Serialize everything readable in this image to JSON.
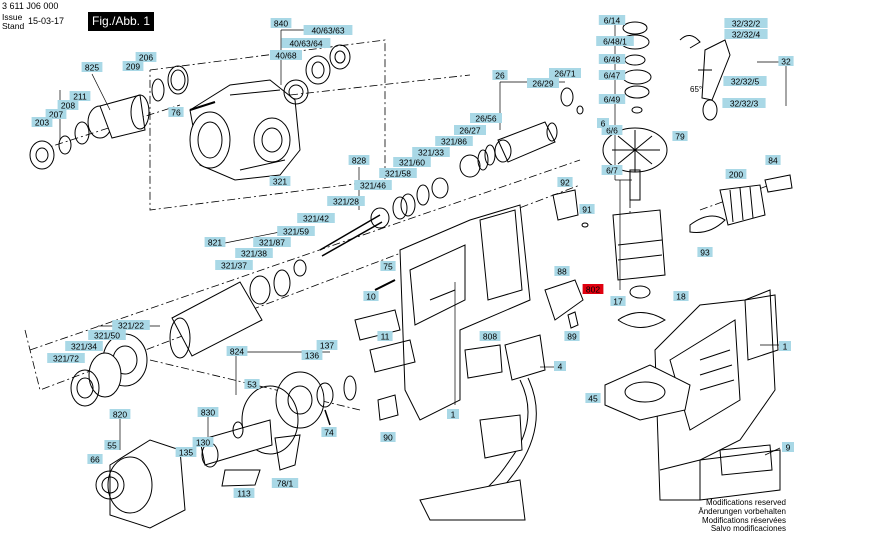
{
  "header": {
    "doc_number": "3 611 J06 000",
    "issue_label": "Issue",
    "stand_label": "Stand",
    "issue_date": "15-03-17",
    "figure_title": "Fig./Abb. 1"
  },
  "footer": {
    "line1": "Modifications reserved",
    "line2": "Änderungen vorbehalten",
    "line3": "Modifications réservées",
    "line4": "Salvo modificaciones"
  },
  "colors": {
    "callout_fill": "#a9d8e6",
    "callout_highlight": "#e0000f",
    "line": "#000000"
  },
  "callouts": [
    {
      "id": "840",
      "label": "840"
    },
    {
      "id": "40/63/63",
      "label": "40/63/63"
    },
    {
      "id": "40/63/64",
      "label": "40/63/64"
    },
    {
      "id": "40/68",
      "label": "40/68"
    },
    {
      "id": "825",
      "label": "825"
    },
    {
      "id": "206",
      "label": "206"
    },
    {
      "id": "209",
      "label": "209"
    },
    {
      "id": "211",
      "label": "211"
    },
    {
      "id": "208",
      "label": "208"
    },
    {
      "id": "207",
      "label": "207"
    },
    {
      "id": "203",
      "label": "203"
    },
    {
      "id": "76",
      "label": "76"
    },
    {
      "id": "321",
      "label": "321"
    },
    {
      "id": "26",
      "label": "26"
    },
    {
      "id": "26/71",
      "label": "26/71"
    },
    {
      "id": "26/29",
      "label": "26/29"
    },
    {
      "id": "26/56",
      "label": "26/56"
    },
    {
      "id": "26/27",
      "label": "26/27"
    },
    {
      "id": "828",
      "label": "828"
    },
    {
      "id": "321/86",
      "label": "321/86"
    },
    {
      "id": "321/33",
      "label": "321/33"
    },
    {
      "id": "321/60",
      "label": "321/60"
    },
    {
      "id": "321/58",
      "label": "321/58"
    },
    {
      "id": "321/46",
      "label": "321/46"
    },
    {
      "id": "321/28",
      "label": "321/28"
    },
    {
      "id": "321/42",
      "label": "321/42"
    },
    {
      "id": "321/59",
      "label": "321/59"
    },
    {
      "id": "821",
      "label": "821"
    },
    {
      "id": "321/87",
      "label": "321/87"
    },
    {
      "id": "321/38",
      "label": "321/38"
    },
    {
      "id": "321/37",
      "label": "321/37"
    },
    {
      "id": "321/22",
      "label": "321/22"
    },
    {
      "id": "321/34",
      "label": "321/34"
    },
    {
      "id": "321/50",
      "label": "321/50"
    },
    {
      "id": "321/72",
      "label": "321/72"
    },
    {
      "id": "6/14",
      "label": "6/14"
    },
    {
      "id": "6/48/1",
      "label": "6/48/1"
    },
    {
      "id": "6/48",
      "label": "6/48"
    },
    {
      "id": "6/47",
      "label": "6/47"
    },
    {
      "id": "6/49",
      "label": "6/49"
    },
    {
      "id": "6/6",
      "label": "6/6"
    },
    {
      "id": "6/7",
      "label": "6/7"
    },
    {
      "id": "6",
      "label": "6"
    },
    {
      "id": "79",
      "label": "79"
    },
    {
      "id": "32/32/2",
      "label": "32/32/2"
    },
    {
      "id": "32/32/4",
      "label": "32/32/4"
    },
    {
      "id": "32",
      "label": "32"
    },
    {
      "id": "32/32/5",
      "label": "32/32/5"
    },
    {
      "id": "32/32/3",
      "label": "32/32/3"
    },
    {
      "id": "84",
      "label": "84"
    },
    {
      "id": "200",
      "label": "200"
    },
    {
      "id": "93",
      "label": "93"
    },
    {
      "id": "92",
      "label": "92"
    },
    {
      "id": "91",
      "label": "91"
    },
    {
      "id": "802",
      "label": "802"
    },
    {
      "id": "17",
      "label": "17"
    },
    {
      "id": "18",
      "label": "18"
    },
    {
      "id": "88",
      "label": "88"
    },
    {
      "id": "89",
      "label": "89"
    },
    {
      "id": "75",
      "label": "75"
    },
    {
      "id": "10",
      "label": "10"
    },
    {
      "id": "11",
      "label": "11"
    },
    {
      "id": "808",
      "label": "808"
    },
    {
      "id": "4",
      "label": "4"
    },
    {
      "id": "1_right",
      "label": "1"
    },
    {
      "id": "1_center",
      "label": "1"
    },
    {
      "id": "45",
      "label": "45"
    },
    {
      "id": "9",
      "label": "9"
    },
    {
      "id": "824",
      "label": "824"
    },
    {
      "id": "137",
      "label": "137"
    },
    {
      "id": "136",
      "label": "136"
    },
    {
      "id": "53",
      "label": "53"
    },
    {
      "id": "830",
      "label": "830"
    },
    {
      "id": "130",
      "label": "130"
    },
    {
      "id": "135",
      "label": "135"
    },
    {
      "id": "74",
      "label": "74"
    },
    {
      "id": "90",
      "label": "90"
    },
    {
      "id": "820",
      "label": "820"
    },
    {
      "id": "55",
      "label": "55"
    },
    {
      "id": "66",
      "label": "66"
    },
    {
      "id": "113",
      "label": "113"
    },
    {
      "id": "78/1",
      "label": "78/1"
    }
  ],
  "annotations": {
    "angle": "65°"
  }
}
